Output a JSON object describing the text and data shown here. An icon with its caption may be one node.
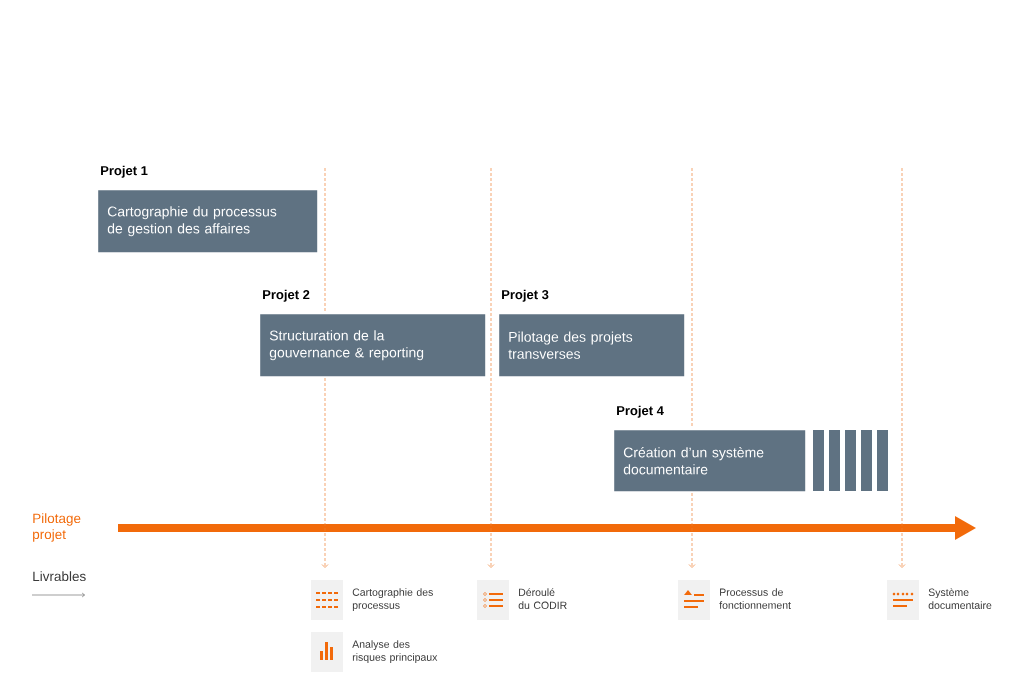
{
  "diagram": {
    "nodes": [
      {
        "text": [
          "Projet 1",
          "Cartographie du processus de gestion des affaires"
        ]
      },
      {
        "text": [
          "Projet 2",
          "Structuration de la gouvernance & reporting"
        ]
      },
      {
        "text": [
          "Projet 3",
          "Pilotage des projets transverses"
        ]
      },
      {
        "text": [
          "Projet 4",
          "Création d’un système documentaire"
        ]
      },
      {
        "text": [
          "Cartographie des processus"
        ]
      },
      {
        "text": [
          "Analyse des risques principaux"
        ]
      },
      {
        "text": [
          "Déroulé du CODIR"
        ]
      },
      {
        "text": [
          "Processus de fonctionnement"
        ]
      },
      {
        "text": [
          "Système documentaire"
        ]
      }
    ],
    "edges": [
      {
        "from": null,
        "to": 4,
        "arrow": "to",
        "style": "dashed"
      },
      {
        "from": null,
        "to": 6,
        "arrow": "to",
        "style": "dashed"
      },
      {
        "from": null,
        "to": 7,
        "arrow": "to",
        "style": "dashed"
      },
      {
        "from": null,
        "to": 8,
        "arrow": "to",
        "style": "dashed"
      }
    ],
    "labels": [
      "Pilotage projet",
      "Livrables"
    ]
  }
}
